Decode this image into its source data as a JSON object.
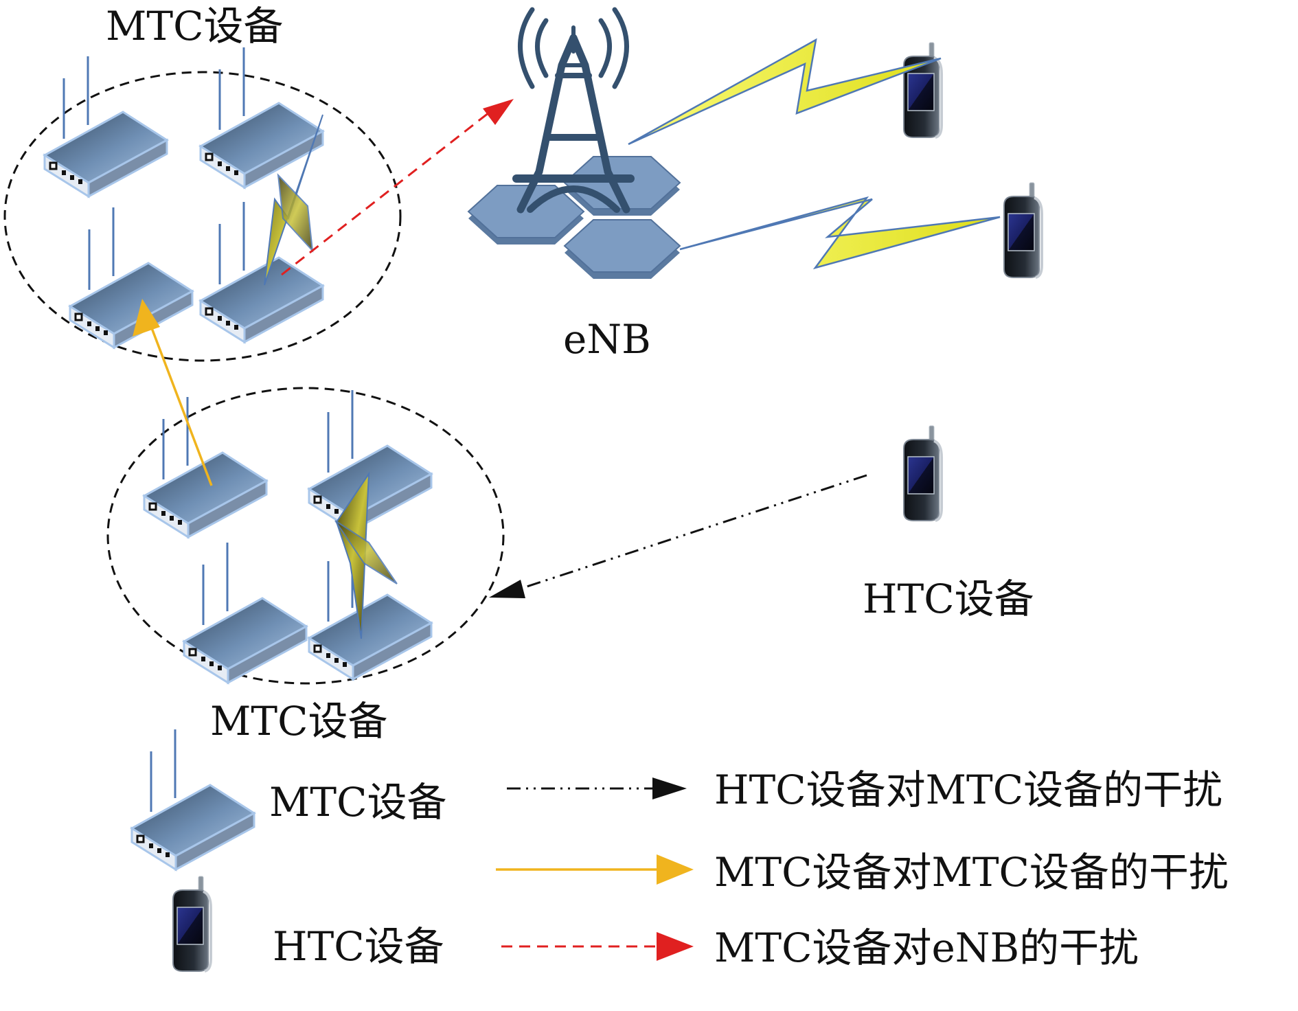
{
  "labels": {
    "mtc_group_top": "MTC设备",
    "mtc_group_bottom": "MTC设备",
    "enb": "eNB",
    "htc_device": "HTC设备"
  },
  "legend": {
    "mtc_device": "MTC设备",
    "htc_device": "HTC设备",
    "htc_to_mtc": "HTC设备对MTC设备的干扰",
    "mtc_to_mtc": "MTC设备对MTC设备的干扰",
    "mtc_to_enb": "MTC设备对eNB的干扰"
  },
  "colors": {
    "htc_to_mtc": "#111111",
    "mtc_to_mtc": "#f0b41e",
    "mtc_to_enb": "#e02020",
    "device_body": "#5e7fa8",
    "tower": "#34506e",
    "cell": "#7f9fc4",
    "bolt": "#e6e62a"
  },
  "icons": {
    "mtc": "router-icon",
    "htc": "cellphone-icon",
    "base_station": "cell-tower-icon",
    "link": "lightning-bolt-icon"
  }
}
